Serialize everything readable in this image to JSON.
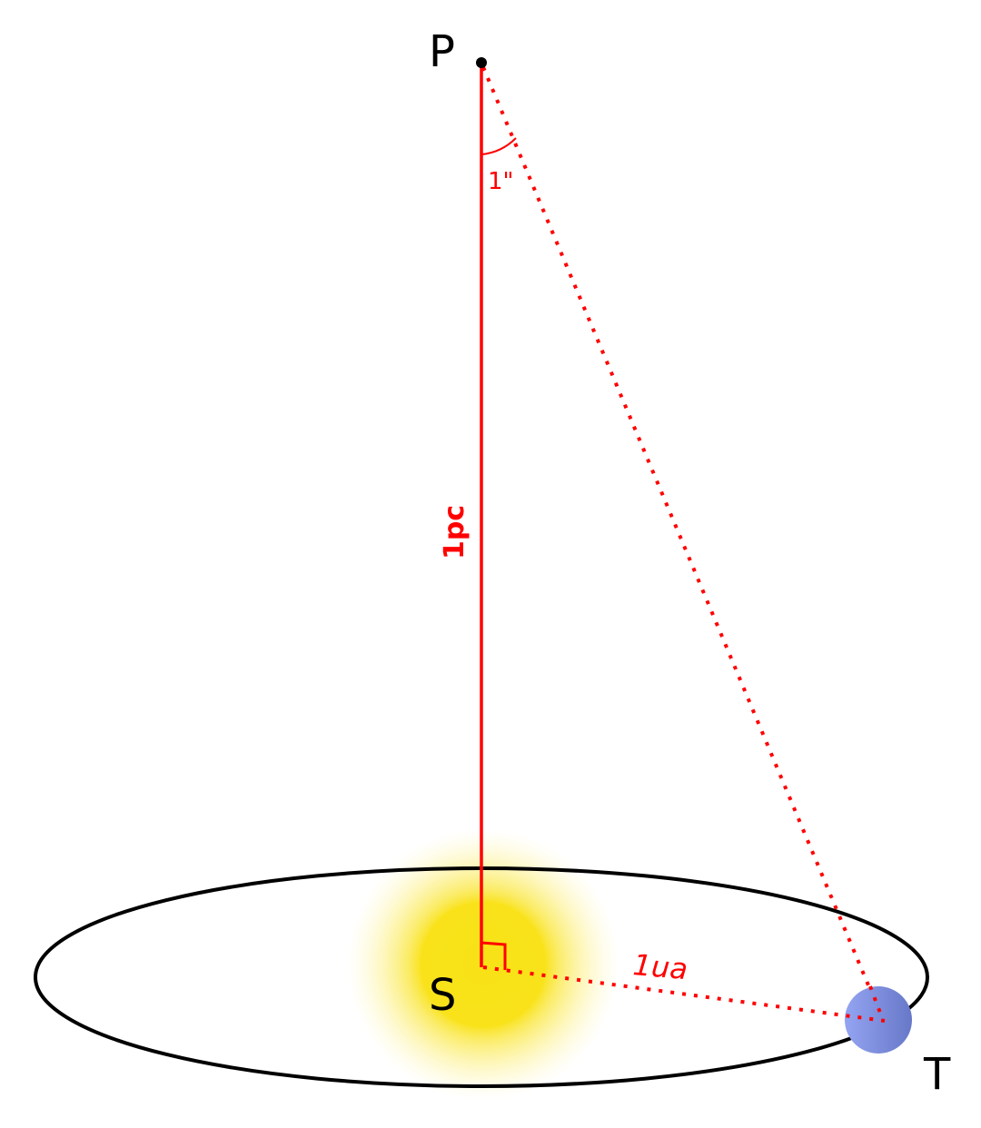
{
  "labels": {
    "star": "P",
    "angle": "1\"",
    "distance": "1pc",
    "sun": "S",
    "radius": "1ua",
    "earth": "T"
  },
  "icons": {
    "star_point": "point-icon",
    "sun": "sun-icon",
    "earth": "planet-icon",
    "orbit": "orbit-ellipse"
  },
  "colors": {
    "lines": "#ff0000",
    "orbit": "#000000",
    "sun": "#f9e21a",
    "earth": "#7b8ee0",
    "text": "#000000"
  }
}
